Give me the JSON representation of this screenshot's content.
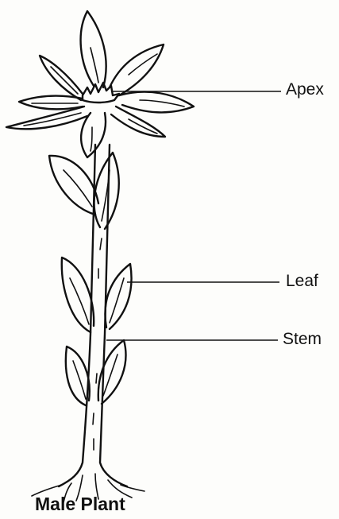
{
  "labels": {
    "apex": "Apex",
    "leaf": "Leaf",
    "stem": "Stem"
  },
  "caption": "Male Plant"
}
